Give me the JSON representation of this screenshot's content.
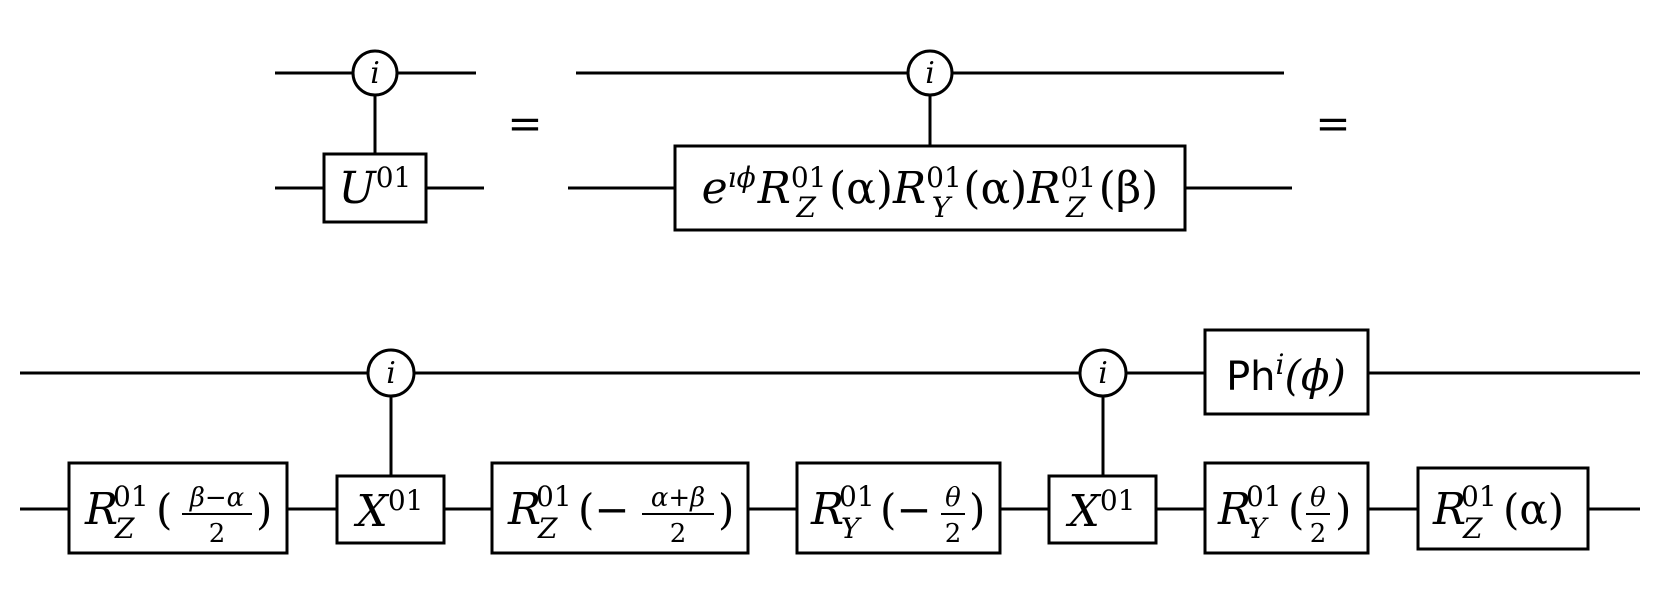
{
  "equals_sign": "=",
  "control_label": "i",
  "row1_left": {
    "gate": {
      "base": "U",
      "sup": "01"
    }
  },
  "row1_right": {
    "gate": {
      "phase_base": "e",
      "phase_sup": "ıϕ",
      "factors": [
        {
          "base": "R",
          "sup": "01",
          "sub": "Z",
          "arg": "(α)"
        },
        {
          "base": "R",
          "sup": "01",
          "sub": "Y",
          "arg": "(α)"
        },
        {
          "base": "R",
          "sup": "01",
          "sub": "Z",
          "arg": "(β)"
        }
      ]
    }
  },
  "row2": {
    "g1": {
      "base": "R",
      "sup": "01",
      "sub": "Z",
      "lp": "(",
      "num": "β−α",
      "den": "2",
      "rp": ")"
    },
    "g2": {
      "base": "X",
      "sup": "01"
    },
    "g3": {
      "base": "R",
      "sup": "01",
      "sub": "Z",
      "lp": "(−",
      "num": "α+β",
      "den": "2",
      "rp": ")"
    },
    "g4": {
      "base": "R",
      "sup": "01",
      "sub": "Y",
      "lp": "(−",
      "num": "θ",
      "den": "2",
      "rp": ")"
    },
    "g5": {
      "base": "X",
      "sup": "01"
    },
    "g6": {
      "base": "R",
      "sup": "01",
      "sub": "Y",
      "lp": "(",
      "num": "θ",
      "den": "2",
      "rp": ")"
    },
    "g7": {
      "base": "R",
      "sup": "01",
      "sub": "Z",
      "arg": "(α)"
    },
    "phase_gate": {
      "name": "Ph",
      "sup": "i",
      "arg": "(ϕ)"
    }
  }
}
